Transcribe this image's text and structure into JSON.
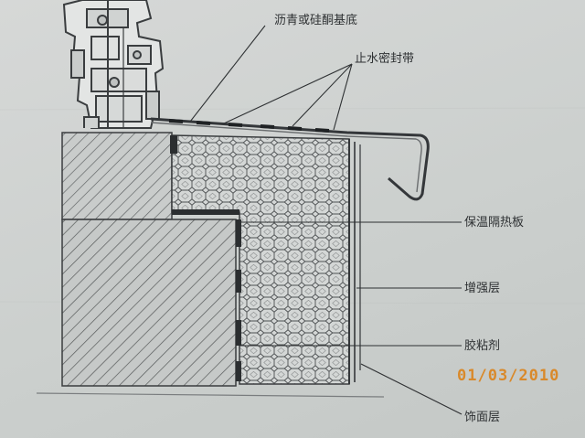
{
  "labels": {
    "asphalt_base": "沥青或硅酮基底",
    "seal_tape": "止水密封带",
    "insulation_board": "保温隔热板",
    "reinforcement_layer": "增强层",
    "adhesive": "胶粘剂",
    "finish_layer": "饰面层"
  },
  "date_stamp": "01/03/2010",
  "colors": {
    "paper": "#cfd2d1",
    "ink": "#2e3133",
    "stamp": "#d9892a"
  }
}
